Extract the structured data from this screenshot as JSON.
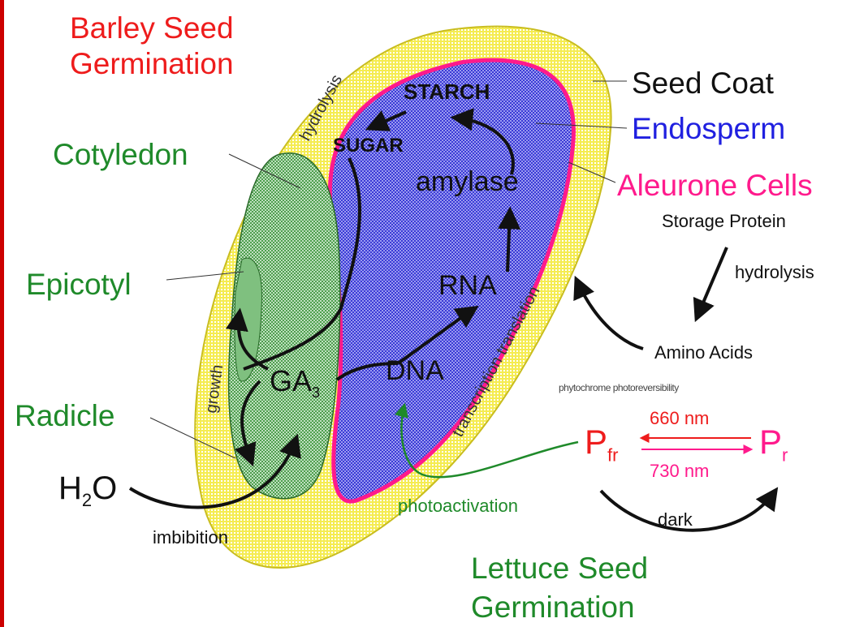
{
  "labels": {
    "barley_title_1": "Barley Seed",
    "barley_title_2": "Germination",
    "seed_coat": "Seed Coat",
    "endosperm": "Endosperm",
    "aleurone": "Aleurone Cells",
    "storage_protein": "Storage Protein",
    "hydrolysis_right": "hydrolysis",
    "amino_acids": "Amino Acids",
    "phytochrome": "phytochrome photoreversibility",
    "nm660": "660 nm",
    "nm730": "730 nm",
    "pfr_main": "P",
    "pfr_sub": "fr",
    "pr_main": "P",
    "pr_sub": "r",
    "dark": "dark",
    "photoactivation": "photoactivation",
    "lettuce_title_1": "Lettuce Seed",
    "lettuce_title_2": "Germination",
    "cotyledon": "Cotyledon",
    "epicotyl": "Epicotyl",
    "radicle": "Radicle",
    "h2o_main": "H",
    "h2o_sub": "2",
    "h2o_end": "O",
    "imbibition": "imbibition",
    "starch": "STARCH",
    "sugar": "SUGAR",
    "amylase": "amylase",
    "rna": "RNA",
    "dna": "DNA",
    "ga_main": "GA",
    "ga_sub": "3",
    "hydrolysis_coat": "hydrolysis",
    "growth": "growth",
    "transcription": "transcription translation"
  },
  "colors": {
    "seed_coat": "#f5ec52",
    "endosperm": "#3a3ad6",
    "aleurone": "#ff1a8c",
    "embryo": "#4e9e4e",
    "red": "#ee1c1c",
    "green": "#1f8a2a",
    "blue": "#2020e0",
    "pink": "#ff1a8c"
  }
}
